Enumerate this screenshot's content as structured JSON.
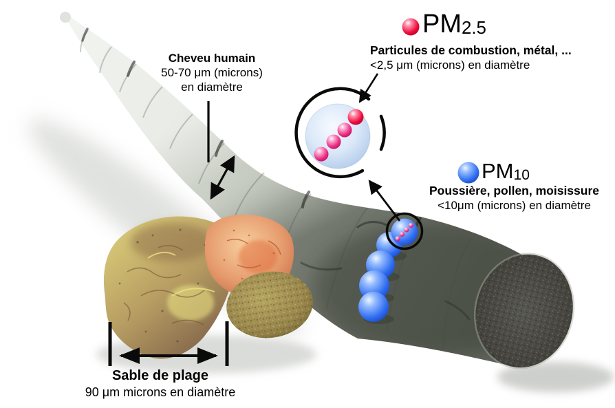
{
  "hair": {
    "title": "Cheveu humain",
    "size": "50-70 μm (microns)",
    "unit": "en diamètre"
  },
  "pm25": {
    "prefix": "PM",
    "sub": "2.5",
    "desc_bold": "Particules de combustion, métal, ...",
    "desc": "<2,5 μm (microns) en diamètre",
    "color": "#ee0a3c"
  },
  "pm10": {
    "prefix": "PM",
    "sub": "10",
    "desc_bold": "Poussière, pollen, moisissure",
    "desc": "<10μm (microns) en diamètre",
    "color": "#2e6cf0"
  },
  "sand": {
    "title": "Sable de plage",
    "size": "90 μm microns en diamètre"
  },
  "colors": {
    "pm25_dot": "#ee0a3c",
    "pm10_dot": "#2e6cf0",
    "hair_surface": "#c9cec4",
    "hair_cut_face": "#45443e",
    "sand_grain_large": "#b79d62",
    "sand_grain_orange": "#e59a6c",
    "sand_grain_round": "#9a884d",
    "annotation": "#0a0a0a"
  }
}
